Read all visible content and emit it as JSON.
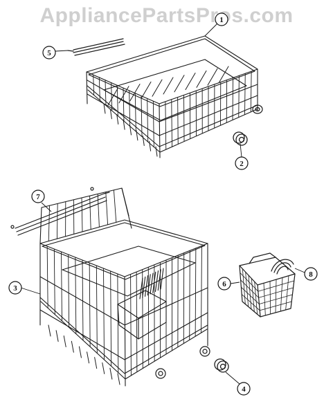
{
  "watermark": {
    "text": "AppliancePartsPros.com"
  },
  "callouts": [
    {
      "id": "c1",
      "label": "1"
    },
    {
      "id": "c2",
      "label": "2"
    },
    {
      "id": "c3",
      "label": "3"
    },
    {
      "id": "c4",
      "label": "4"
    },
    {
      "id": "c5",
      "label": "5"
    },
    {
      "id": "c6",
      "label": "6"
    },
    {
      "id": "c7",
      "label": "7"
    },
    {
      "id": "c8",
      "label": "8"
    }
  ],
  "parts": [
    {
      "name": "upper-dish-rack",
      "callout": "1"
    },
    {
      "name": "rack-roller",
      "callout": "2"
    },
    {
      "name": "lower-dish-rack",
      "callout": "3"
    },
    {
      "name": "lower-rack-roller",
      "callout": "4"
    },
    {
      "name": "upper-rack-tine-row",
      "callout": "5"
    },
    {
      "name": "silverware-basket",
      "callout": "6"
    },
    {
      "name": "lower-rack-tine-row",
      "callout": "7"
    },
    {
      "name": "basket-handle",
      "callout": "8"
    }
  ]
}
